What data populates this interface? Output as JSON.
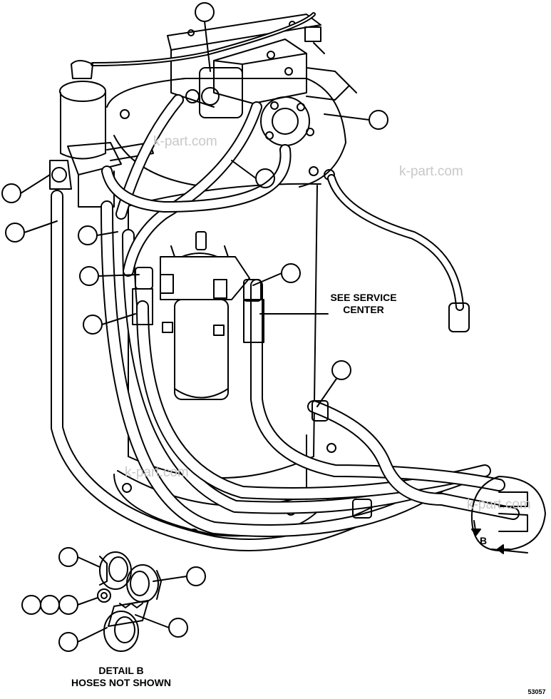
{
  "labels": {
    "service_line1": "SEE SERVICE",
    "service_line2": "CENTER",
    "detail_line1": "DETAIL B",
    "detail_line2": "HOSES NOT SHOWN",
    "view_letter": "B",
    "drawing_number": "53057"
  },
  "watermark": {
    "text": "k-part.com"
  },
  "colors": {
    "line": "#000000",
    "background": "#ffffff",
    "watermark": "#c8c8c8"
  }
}
